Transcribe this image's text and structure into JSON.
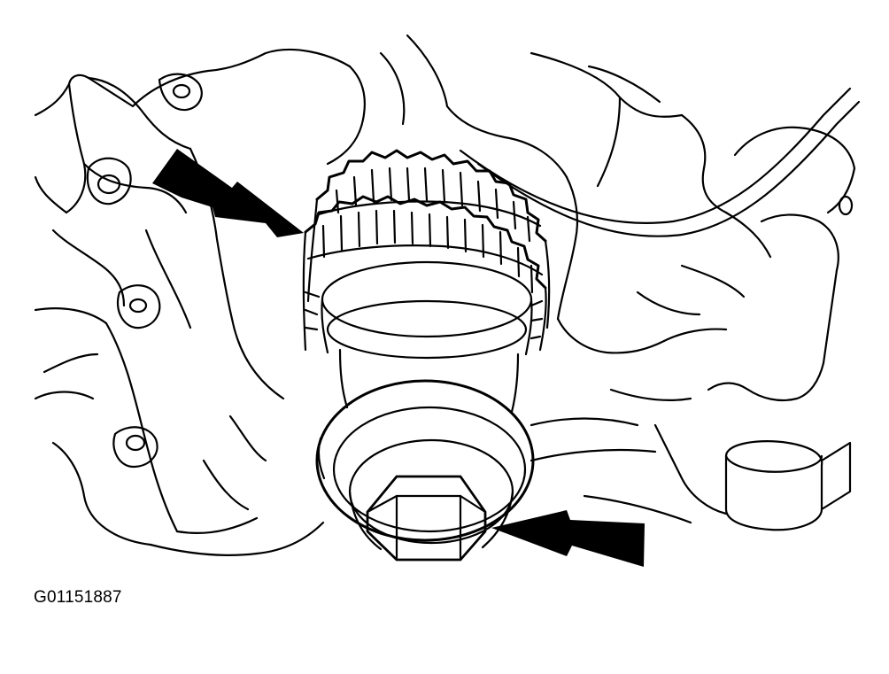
{
  "figure": {
    "code": "G01151887",
    "ink_color": "#000000",
    "background_color": "#ffffff",
    "arrows": [
      {
        "name": "upper-left-arrow",
        "direction": "down-right",
        "points_to": "gear-teeth"
      },
      {
        "name": "lower-right-arrow",
        "direction": "left",
        "points_to": "hex-bolt"
      }
    ]
  }
}
